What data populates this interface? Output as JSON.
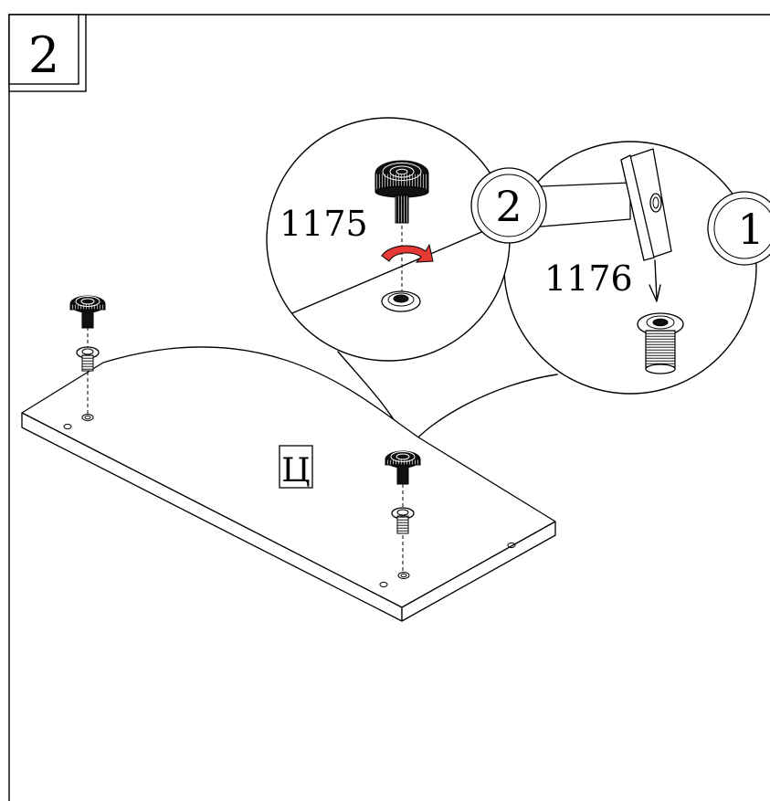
{
  "step": {
    "number": "2"
  },
  "panel_label": {
    "text": "Ц"
  },
  "detail_callouts": [
    {
      "label": "2",
      "part_number": "1175"
    },
    {
      "label": "1",
      "part_number": "1176"
    }
  ],
  "colors": {
    "rotation_arrow": "#e53935",
    "line": "#000000",
    "background": "#ffffff"
  },
  "icons": [
    "leveling-foot-icon",
    "threaded-insert-icon",
    "hammer-icon",
    "rotation-arrow-icon"
  ]
}
